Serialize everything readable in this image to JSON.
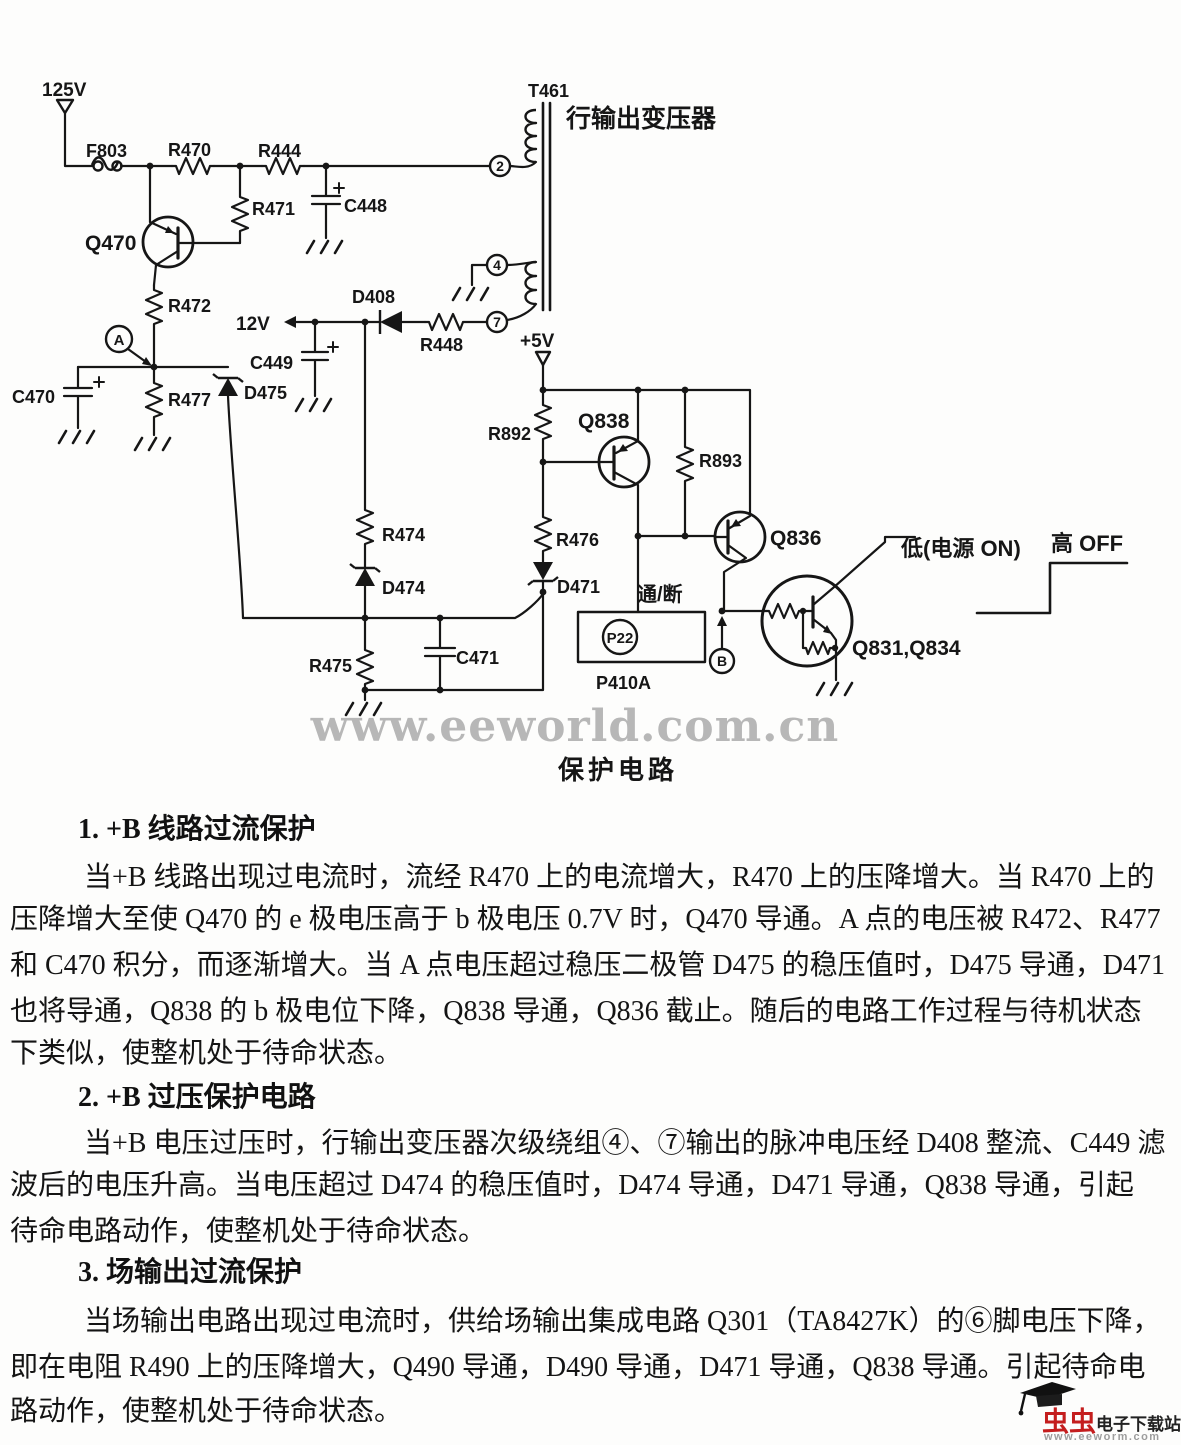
{
  "schematic": {
    "labels": {
      "v125": "125V",
      "f803": "F803",
      "r470": "R470",
      "r444": "R444",
      "r471": "R471",
      "c448": "C448",
      "q470": "Q470",
      "r472": "R472",
      "a": "A",
      "c470": "C470",
      "r477": "R477",
      "d475": "D475",
      "v12": "12V",
      "c449": "C449",
      "d408": "D408",
      "r448": "R448",
      "t461": "T461",
      "transformer_name": "行输出变压器",
      "pin2": "2",
      "pin4": "4",
      "pin7": "7",
      "v5": "+5V",
      "r892": "R892",
      "q838": "Q838",
      "r893": "R893",
      "q836": "Q836",
      "r476": "R476",
      "d471": "D471",
      "r474": "R474",
      "d474": "D474",
      "r475": "R475",
      "c471": "C471",
      "on_off": "通/断",
      "p22": "P22",
      "p410a": "P410A",
      "b": "B",
      "q831": "Q831,Q834",
      "low_on": "低(电源 ON)",
      "high_off": "高 OFF"
    },
    "watermark": "www.eeworld.com.cn",
    "caption": "保护电路"
  },
  "sections": [
    {
      "heading": "1. +B 线路过流保护",
      "lines": [
        "当+B 线路出现过电流时，流经 R470 上的电流增大，R470 上的压降增大。当 R470 上的",
        "压降增大至使 Q470 的 e 极电压高于 b 极电压 0.7V 时，Q470 导通。A 点的电压被 R472、R477",
        "和 C470 积分，而逐渐增大。当 A 点电压超过稳压二极管 D475 的稳压值时，D475 导通，D471",
        "也将导通，Q838 的 b 极电位下降，Q838 导通，Q836 截止。随后的电路工作过程与待机状态",
        "下类似，使整机处于待命状态。"
      ]
    },
    {
      "heading": "2. +B 过压保护电路",
      "lines": [
        "当+B 电压过压时，行输出变压器次级绕组④、⑦输出的脉冲电压经 D408 整流、C449 滤",
        "波后的电压升高。当电压超过 D474 的稳压值时，D474 导通，D471 导通，Q838 导通，引起",
        "待命电路动作，使整机处于待命状态。"
      ]
    },
    {
      "heading": "3. 场输出过流保护",
      "lines": [
        "当场输出电路出现过电流时，供给场输出集成电路 Q301（TA8427K）的⑥脚电压下降，",
        "即在电阻 R490 上的压降增大，Q490 导通，D490 导通，D471 导通，Q838 导通。引起待命电",
        "路动作，使整机处于待命状态。"
      ]
    }
  ],
  "logo": {
    "brand": "虫虫",
    "site": "电子下载站",
    "url": "www.eeworm.com",
    "brand_color": "#c41e1e"
  },
  "colors": {
    "ink": "#161616",
    "watermark": "#b7b7b7",
    "paper": "#fdfdfc"
  }
}
